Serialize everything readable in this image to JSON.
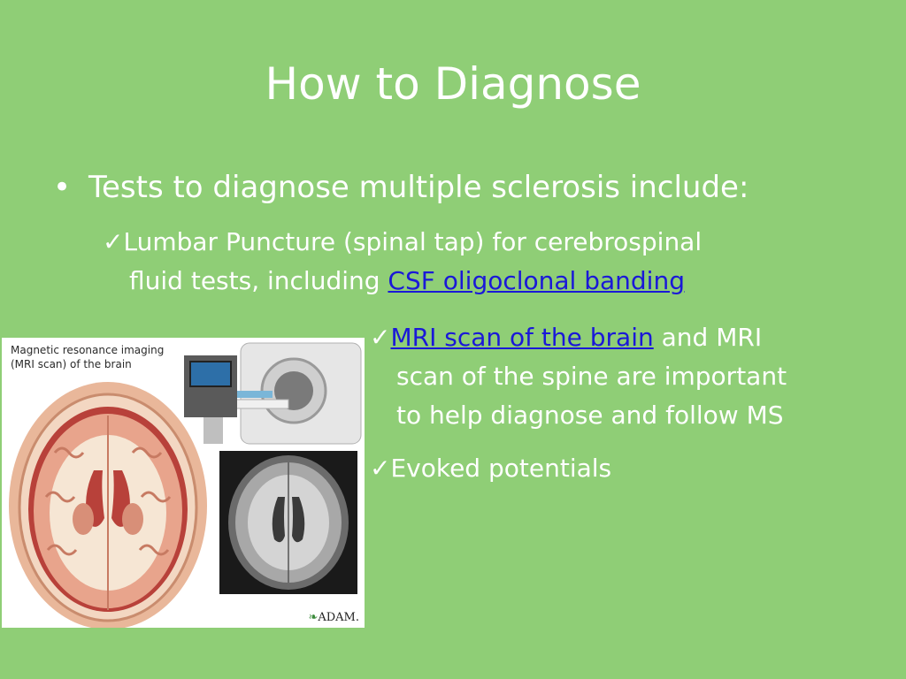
{
  "slide": {
    "title": "How to Diagnose",
    "bullet": {
      "marker": "•",
      "text": "Tests to diagnose multiple sclerosis include:"
    },
    "sub_items": [
      {
        "check": "✓",
        "line1": "Lumbar Puncture (spinal tap) for cerebrospinal",
        "line2_prefix": "fluid tests, including ",
        "link": "CSF oligoclonal banding"
      },
      {
        "check": "✓",
        "link": "MRI scan of the brain",
        "line1_suffix": " and MRI",
        "line2": "scan of the spine are important",
        "line3": "to help diagnose and follow MS"
      },
      {
        "check": "✓",
        "text": "Evoked potentials"
      }
    ]
  },
  "figure": {
    "caption_line1": "Magnetic resonance imaging",
    "caption_line2": "(MRI scan) of the brain",
    "logo": "ADAM."
  },
  "colors": {
    "background": "#8fce76",
    "text": "#ffffff",
    "link": "#1a18d8"
  }
}
